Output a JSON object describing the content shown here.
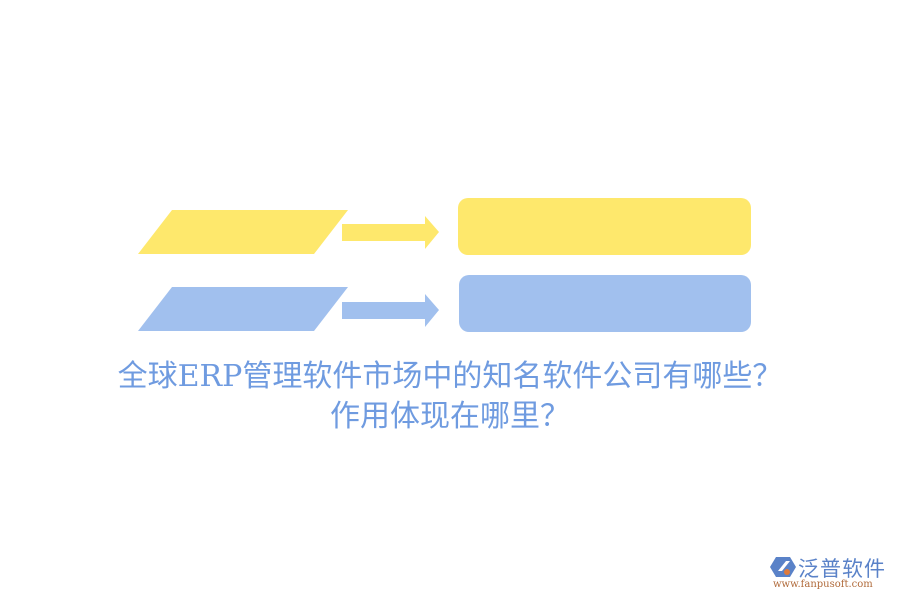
{
  "diagram": {
    "rows": [
      {
        "color": "#fee86c",
        "label": ""
      },
      {
        "color": "#a1c0ee",
        "label": ""
      }
    ]
  },
  "title": {
    "line1": "全球ERP管理软件市场中的知名软件公司有哪些？",
    "line2": "作用体现在哪里？",
    "color": "#6f9be0"
  },
  "logo": {
    "name": "泛普软件",
    "url": "www.fanpusoft.com",
    "icon": "fanpu-logo-icon"
  }
}
